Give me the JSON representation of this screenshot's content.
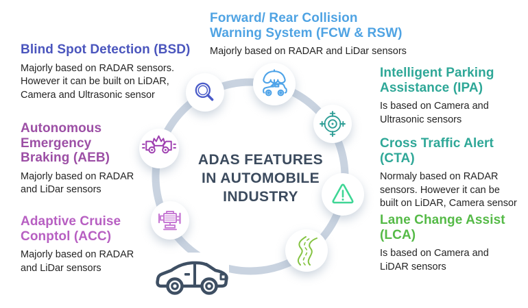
{
  "title": "ADAS FEATURES\nIN AUTOMOBILE\nINDUSTRY",
  "features": {
    "bsd": {
      "heading": "Blind Spot Detection (BSD)",
      "desc": "Majorly based on RADAR sensors.\nHowever it can be built on LiDAR,\nCamera and Ultrasonic sensor",
      "accent": "#4A55BD",
      "icon": "magnifier-icon"
    },
    "fcw": {
      "heading": "Forward/ Rear Collision\nWarning System (FCW & RSW)",
      "desc": "Majorly based on RADAR and LiDar sensors",
      "accent": "#4FA3E3",
      "icon": "umbrella-car-icon"
    },
    "ipa": {
      "heading": "Intelligent Parking\nAssistance (IPA)",
      "desc": "Is based on Camera and\nUltrasonic sensors",
      "accent": "#2EA797",
      "icon": "crosshair-icon"
    },
    "cta": {
      "heading": "Cross Traffic Alert (CTA)",
      "desc": "Normaly based on RADAR\nsensors. However it can be\nbuilt on LiDAR, Camera sensor",
      "accent": "#2EA797",
      "icon": "warning-triangle-icon"
    },
    "lca": {
      "heading": "Lane Change Assist\n(LCA)",
      "desc": "Is based on Camera and\nLiDAR sensors",
      "accent": "#55BA47",
      "icon": "winding-road-icon"
    },
    "aeb": {
      "heading": "Autonomous\nEmergency\nBraking (AEB)",
      "desc": "Majorly based on RADAR\nand LiDar sensors",
      "accent": "#9C4FA5",
      "icon": "car-collision-icon"
    },
    "acc": {
      "heading": "Adaptive Cruise\nConptol (ACC)",
      "desc": "Majorly based on RADAR\nand LiDar sensors",
      "accent": "#B75FC2",
      "icon": "engine-icon"
    }
  },
  "colors": {
    "ring": "#C9D3E0",
    "title": "#3C4B5E",
    "body": "#242424",
    "car": "#3E4F63"
  }
}
